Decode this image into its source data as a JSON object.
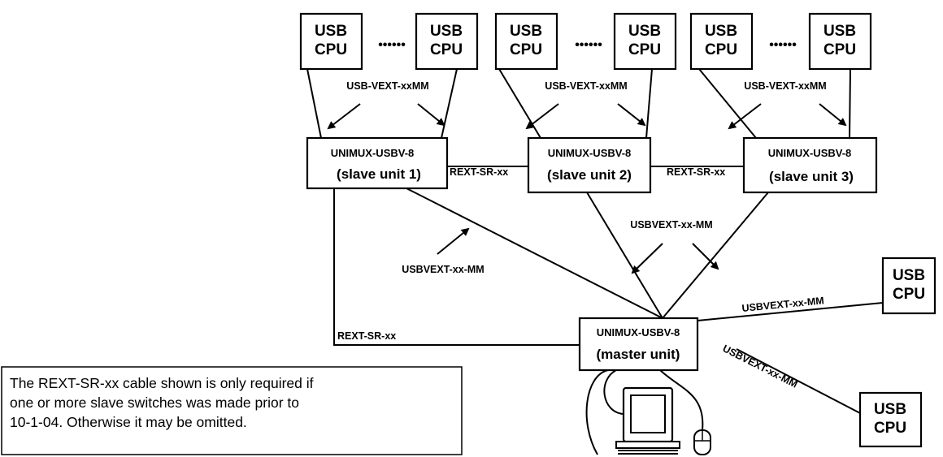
{
  "cpu": {
    "line1": "USB",
    "line2": "CPU"
  },
  "dots": "••••••",
  "cables": {
    "usb_vext_mm": "USB-VEXT-xxMM",
    "rext": "REXT-SR-xx",
    "usbvext": "USBVEXT-xx-MM"
  },
  "units": {
    "model": "UNIMUX-USBV-8",
    "slave1": "(slave unit 1)",
    "slave2": "(slave unit 2)",
    "slave3": "(slave unit 3)",
    "master": "(master unit)"
  },
  "note": {
    "line1": "The REXT-SR-xx cable shown is only required if",
    "line2": "one or more slave switches was made prior to",
    "line3": "10-1-04.   Otherwise it may be omitted."
  }
}
